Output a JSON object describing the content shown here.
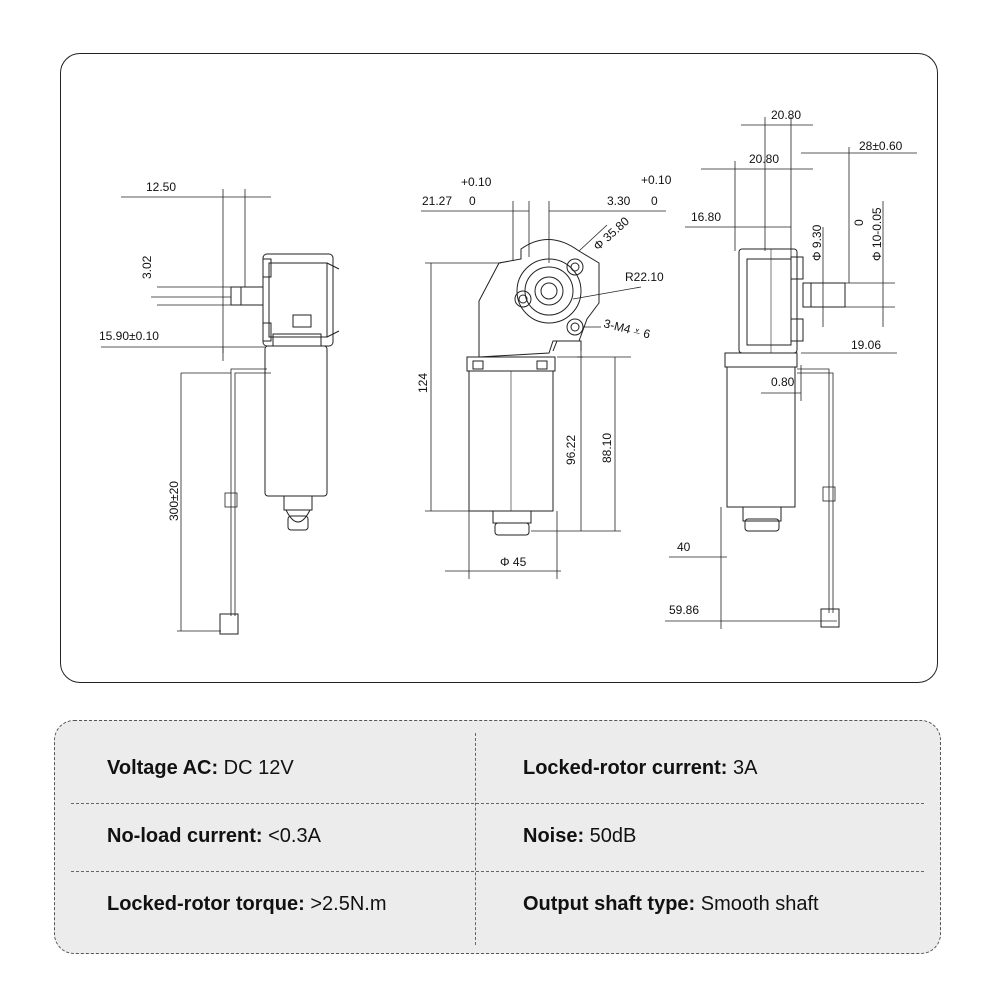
{
  "dimensions": {
    "left_view": {
      "width_top": "12.50",
      "shaft_d": "3.02",
      "shaft_len": "15.90±0.10",
      "lead_len": "300±20"
    },
    "front_view": {
      "tol_left": "+0.10",
      "dim_left": "21.27",
      "zero_left": "0",
      "tol_right": "+0.10",
      "dim_right": "3.30",
      "zero_right": "0",
      "pcd": "Φ 35.80",
      "radius": "R22.10",
      "holes": "3-M4 ⩡ 6",
      "height_total": "124",
      "height_mid": "96.22",
      "height_body": "88.10",
      "diameter": "Φ 45"
    },
    "right_view": {
      "top1": "20.80",
      "top2": "20.80",
      "shaft_tol": "28±0.60",
      "offset": "16.80",
      "shaft_d": "Φ 9.30",
      "shaft_d_tol": "0",
      "shaft_d2": "Φ 10-0.05",
      "shaft_len": "19.06",
      "gap": "0.80",
      "body_w": "40",
      "overall_w": "59.86"
    }
  },
  "specs": [
    {
      "label": "Voltage AC:",
      "value": " DC 12V"
    },
    {
      "label": "Locked-rotor current:",
      "value": " 3A"
    },
    {
      "label": "No-load current:",
      "value": " <0.3A"
    },
    {
      "label": "Noise:",
      "value": " 50dB"
    },
    {
      "label": "Locked-rotor torque:",
      "value": " >2.5N.m"
    },
    {
      "label": "Output shaft type:",
      "value": " Smooth shaft"
    }
  ]
}
